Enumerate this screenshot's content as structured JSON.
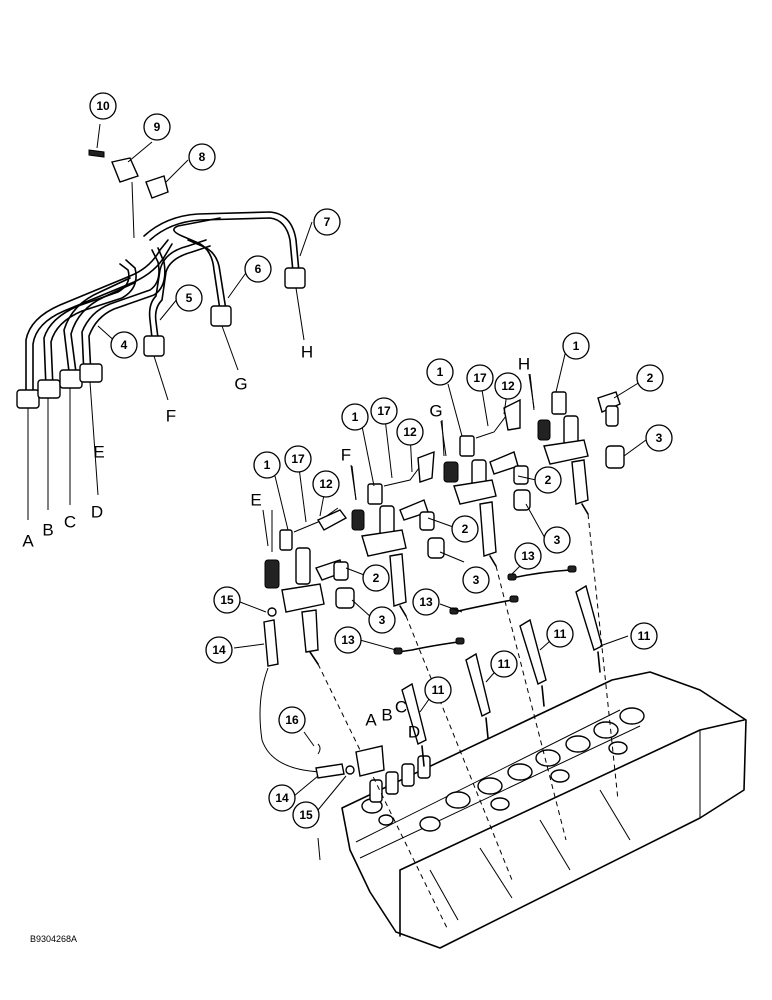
{
  "figure_code": "B9304268A",
  "callouts": [
    {
      "id": "c1a",
      "label": "1"
    },
    {
      "id": "c1b",
      "label": "1"
    },
    {
      "id": "c1c",
      "label": "1"
    },
    {
      "id": "c1d",
      "label": "1"
    },
    {
      "id": "c2a",
      "label": "2"
    },
    {
      "id": "c2b",
      "label": "2"
    },
    {
      "id": "c2c",
      "label": "2"
    },
    {
      "id": "c2d",
      "label": "2"
    },
    {
      "id": "c3a",
      "label": "3"
    },
    {
      "id": "c3b",
      "label": "3"
    },
    {
      "id": "c3c",
      "label": "3"
    },
    {
      "id": "c3d",
      "label": "3"
    },
    {
      "id": "c4",
      "label": "4"
    },
    {
      "id": "c5",
      "label": "5"
    },
    {
      "id": "c6",
      "label": "6"
    },
    {
      "id": "c7",
      "label": "7"
    },
    {
      "id": "c8",
      "label": "8"
    },
    {
      "id": "c9",
      "label": "9"
    },
    {
      "id": "c10",
      "label": "10"
    },
    {
      "id": "c11a",
      "label": "11"
    },
    {
      "id": "c11b",
      "label": "11"
    },
    {
      "id": "c11c",
      "label": "11"
    },
    {
      "id": "c11d",
      "label": "11"
    },
    {
      "id": "c12a",
      "label": "12"
    },
    {
      "id": "c12b",
      "label": "12"
    },
    {
      "id": "c12c",
      "label": "12"
    },
    {
      "id": "c13a",
      "label": "13"
    },
    {
      "id": "c13b",
      "label": "13"
    },
    {
      "id": "c13c",
      "label": "13"
    },
    {
      "id": "c14a",
      "label": "14"
    },
    {
      "id": "c14b",
      "label": "14"
    },
    {
      "id": "c15a",
      "label": "15"
    },
    {
      "id": "c15b",
      "label": "15"
    },
    {
      "id": "c16",
      "label": "16"
    },
    {
      "id": "c17a",
      "label": "17"
    },
    {
      "id": "c17b",
      "label": "17"
    },
    {
      "id": "c17c",
      "label": "17"
    }
  ],
  "letters": [
    {
      "id": "lA1",
      "label": "A"
    },
    {
      "id": "lB1",
      "label": "B"
    },
    {
      "id": "lC1",
      "label": "C"
    },
    {
      "id": "lD1",
      "label": "D"
    },
    {
      "id": "lE1",
      "label": "E"
    },
    {
      "id": "lF1",
      "label": "F"
    },
    {
      "id": "lG1",
      "label": "G"
    },
    {
      "id": "lH1",
      "label": "H"
    },
    {
      "id": "lE2",
      "label": "E"
    },
    {
      "id": "lF2",
      "label": "F"
    },
    {
      "id": "lG2",
      "label": "G"
    },
    {
      "id": "lH2",
      "label": "H"
    },
    {
      "id": "lA2",
      "label": "A"
    },
    {
      "id": "lB2",
      "label": "B"
    },
    {
      "id": "lC2",
      "label": "C"
    },
    {
      "id": "lD2",
      "label": "D"
    }
  ]
}
